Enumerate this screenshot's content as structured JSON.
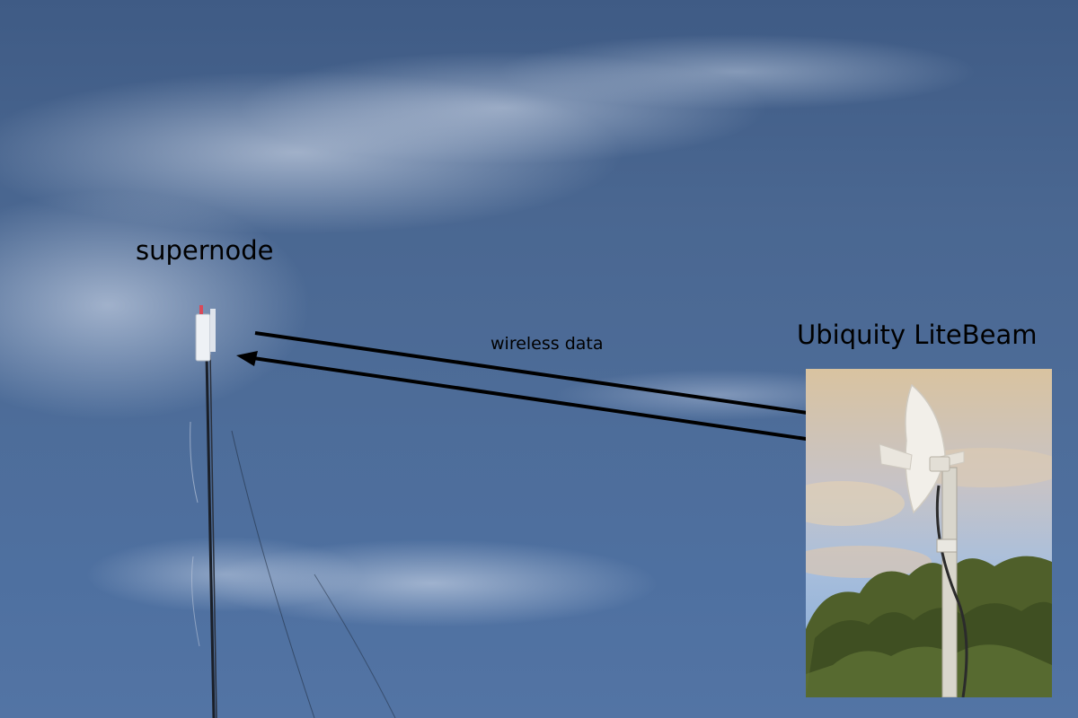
{
  "labels": {
    "supernode": "supernode",
    "wireless": "wireless data",
    "device": "Ubiquity LiteBeam"
  },
  "colors": {
    "sky": "#4a6791",
    "cloud": "#e6ecf8",
    "arrow": "#000000",
    "inset_sky": "#c9b28c",
    "foliage": "#5a6b2e"
  },
  "icons": {
    "mast": "antenna-mast",
    "dish": "litebeam-dish",
    "arrow_out": "arrow-right",
    "arrow_back": "arrow-left"
  }
}
